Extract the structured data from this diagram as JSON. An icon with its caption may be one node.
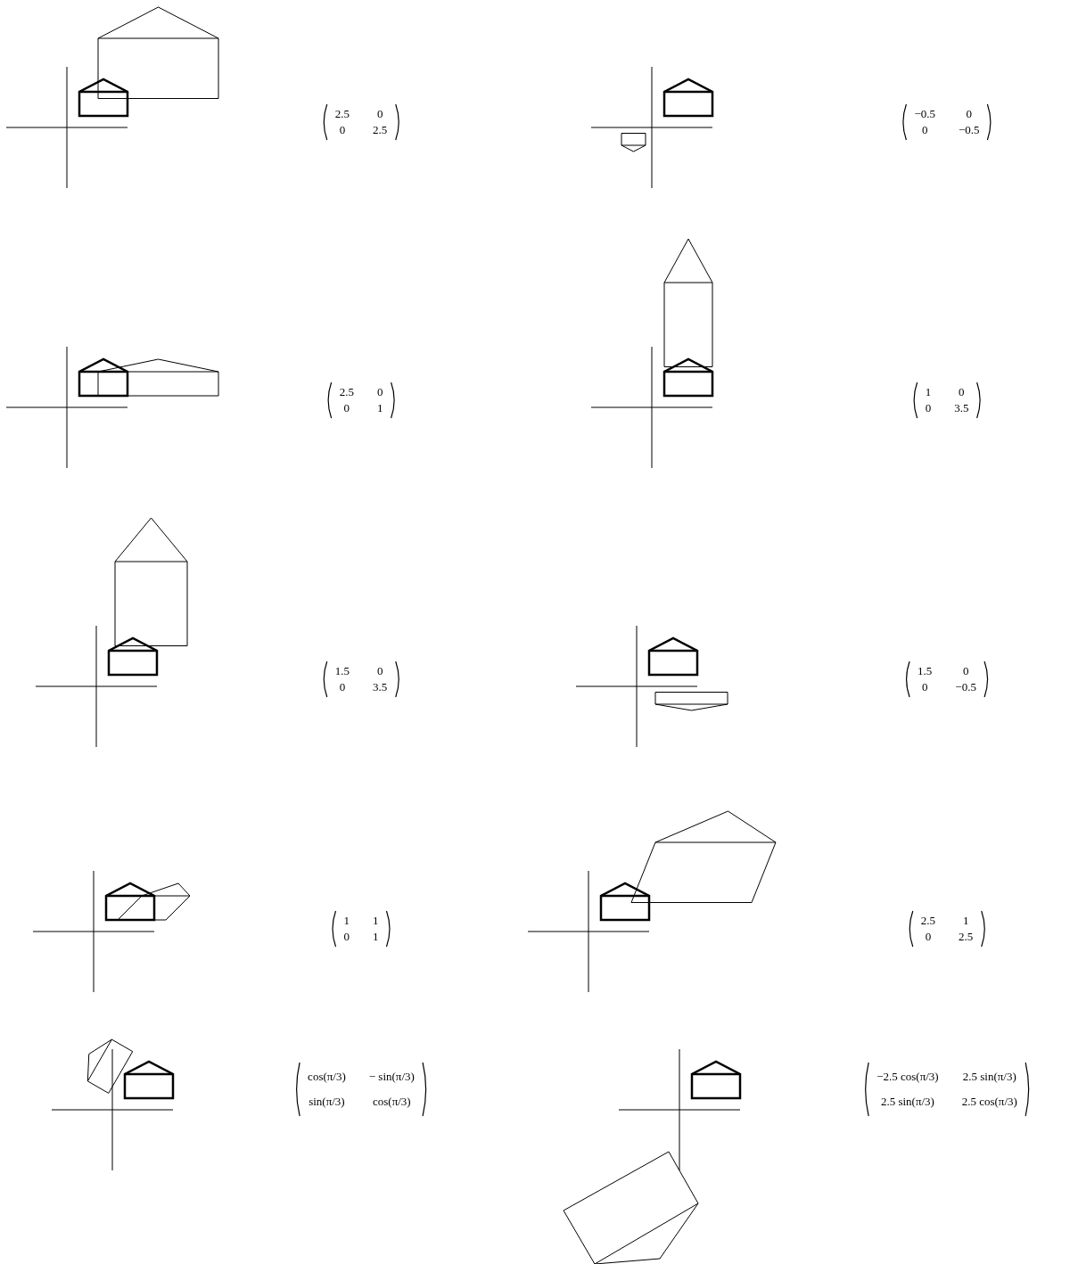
{
  "diagram": {
    "labels": [
      "2.5",
      "0",
      "0",
      "2.5",
      "−0.5",
      "0",
      "0",
      "−0.5",
      "2.5",
      "0",
      "0",
      "1",
      "1",
      "0",
      "0",
      "3.5",
      "1.5",
      "0",
      "0",
      "3.5",
      "1.5",
      "0",
      "0",
      "−0.5",
      "1",
      "1",
      "0",
      "1",
      "2.5",
      "1",
      "0",
      "2.5",
      "cos(π/3)",
      "− sin(π/3)",
      "sin(π/3)",
      "cos(π/3)",
      "−2.5 cos(π/3)",
      "2.5 sin(π/3)",
      "2.5 sin(π/3)",
      "2.5 cos(π/3)"
    ]
  }
}
